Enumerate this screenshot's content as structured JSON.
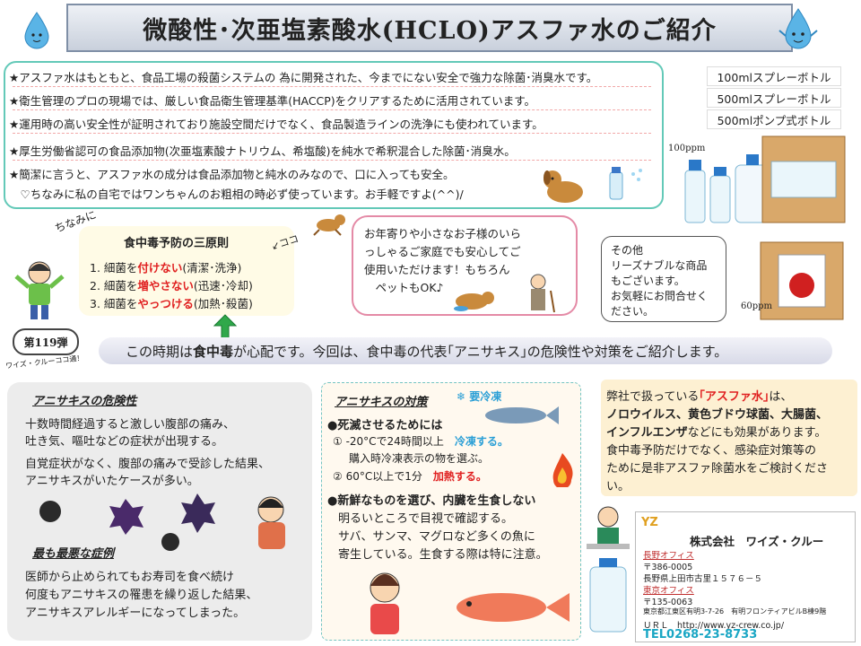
{
  "title": "微酸性･次亜塩素酸水(HCLO)アスファ水のご紹介",
  "intro": {
    "lines": [
      "★アスファ水はもともと、食品工場の殺菌システムの 為に開発された、今までにない安全で強力な除菌･消臭水です。",
      "★衛生管理のプロの現場では、厳しい食品衛生管理基準(HACCP)をクリアするために活用されています。",
      "★運用時の高い安全性が証明されており施設空間だけでなく、食品製造ラインの洗浄にも使われています。",
      "★厚生労働省認可の食品添加物(次亜塩素酸ナトリウム、希塩酸)を純水で希釈混合した除菌･消臭水。",
      "★簡潔に言うと、アスファ水の成分は食品添加物と純水のみなので、口に入っても安全。",
      "　♡ちなみに私の自宅ではワンちゃんのお粗相の時必ず使っています。お手軽ですよ(^^)/"
    ]
  },
  "products": {
    "items": [
      "100mlスプレーボトル",
      "500mlスプレーボトル",
      "500mlポンプ式ボトル"
    ],
    "ppm_high": "100ppm",
    "ppm_low": "60ppm"
  },
  "principles": {
    "side_label": "ちなみに",
    "arrow_label": "ココ",
    "title": "食中毒予防の三原則",
    "items": [
      {
        "pre": "1. 細菌を",
        "em": "付けない",
        "post": "(清潔･洗浄)"
      },
      {
        "pre": "2. 細菌を",
        "em": "増やさない",
        "post": "(迅速･冷却)"
      },
      {
        "pre": "3. 細菌を",
        "em": "やっつける",
        "post": "(加熱･殺菌)"
      }
    ]
  },
  "bubble_elder": {
    "lines": [
      "お年寄りや小さなお子様のいら",
      "っしゃるご家庭でも安心してご",
      "使用いただけます！もちろん",
      "　ペットもOK♪"
    ]
  },
  "bubble_other": {
    "lines": [
      "その他",
      "リーズナブルな商品",
      "もございます。",
      "お気軽にお問合せく",
      "ださい。"
    ]
  },
  "badge": {
    "number": "第119弾",
    "caption": "ワイズ・クルーココ通！"
  },
  "banner": {
    "pre": "この時期は",
    "em": "食中毒",
    "post": "が心配です。今回は、食中毒の代表｢アニサキス｣の危険性や対策をご紹介します。"
  },
  "danger": {
    "heading": "アニサキスの危険性",
    "lines1": [
      "十数時間経過すると激しい腹部の痛み、",
      "吐き気、嘔吐などの症状が出現する。"
    ],
    "lines2": [
      "自覚症状がなく、腹部の痛みで受診した結果、",
      "アニサキスがいたケースが多い。"
    ],
    "heading2": "最も最悪な症例",
    "lines3": [
      "医師から止められてもお寿司を食べ続け",
      "何度もアニサキスの罹患を繰り返した結果、",
      "アニサキスアレルギーになってしまった。"
    ]
  },
  "measures": {
    "heading": "アニサキスの対策",
    "badge": "❄ 要冷凍",
    "kill_title": "●死滅させるためには",
    "kill1_pre": "① -20°Cで24時間以上",
    "kill1_em": "冷凍する。",
    "kill1_sub": "購入時冷凍表示の物を選ぶ。",
    "kill2_pre": "② 60°C以上で1分",
    "kill2_em": "加熱する。",
    "fresh_title": "●新鮮なものを選び、内臓を生食しない",
    "fresh_lines": [
      "明るいところで目視で確認する。",
      "サバ、サンマ、マグロなど多くの魚に",
      "寄生している。生食する際は特に注意。"
    ]
  },
  "company_note": {
    "l1_pre": "弊社で扱っている",
    "l1_em": "｢アスファ水｣",
    "l1_post": "は、",
    "l2": "ノロウイルス、黄色ブドウ球菌、大腸菌、",
    "l3_em": "インフルエンザ",
    "l3_post": "などにも効果があります。",
    "l4": "食中毒予防だけでなく、感染症対策等の",
    "l5": "ために是非アスファ除菌水をご検討くださ",
    "l6": "い。"
  },
  "company": {
    "logo": "YZ",
    "name": "株式会社　ワイズ・クルー",
    "office1_label": "長野オフィス",
    "office1_zip": "〒386-0005",
    "office1_addr": "長野県上田市古里１５７６－５",
    "office2_label": "東京オフィス",
    "office2_zip": "〒135-0063",
    "office2_addr": "東京都江東区有明3-7-26　有明フロンティアビルB棟9階",
    "url": "ＵＲＬ　http://www.yz-crew.co.jp/",
    "tel": "TEL0268-23-8733"
  },
  "colors": {
    "accent": "#63c9b8",
    "red": "#e02020",
    "blue": "#2a9fd6",
    "tel": "#1aa6c4"
  }
}
